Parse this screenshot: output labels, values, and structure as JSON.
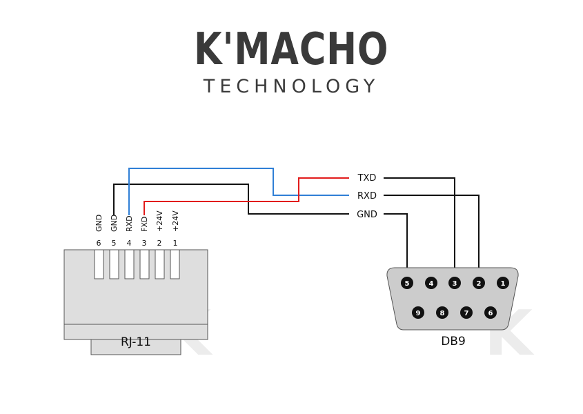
{
  "logo": {
    "brand": "K'MACHO",
    "subtitle": "TECHNOLOGY"
  },
  "rj11": {
    "label": "RJ-11",
    "pins": [
      {
        "number": "6",
        "name": "GND"
      },
      {
        "number": "5",
        "name": "GND"
      },
      {
        "number": "4",
        "name": "RXD"
      },
      {
        "number": "3",
        "name": "FXD"
      },
      {
        "number": "2",
        "name": "+24V"
      },
      {
        "number": "1",
        "name": "+24V"
      }
    ]
  },
  "db9": {
    "label": "DB9",
    "top_pins": [
      "5",
      "4",
      "3",
      "2",
      "1"
    ],
    "bottom_pins": [
      "9",
      "8",
      "7",
      "6"
    ]
  },
  "signals": {
    "txd": "TXD",
    "rxd": "RXD",
    "gnd": "GND"
  },
  "watermark": "K",
  "colors": {
    "rxd_wire": "#2f7fd6",
    "fxd_wire": "#e21b1b",
    "gnd_wire": "#111111",
    "connector_fill": "#dedede",
    "db9_fill": "#cccccc"
  }
}
